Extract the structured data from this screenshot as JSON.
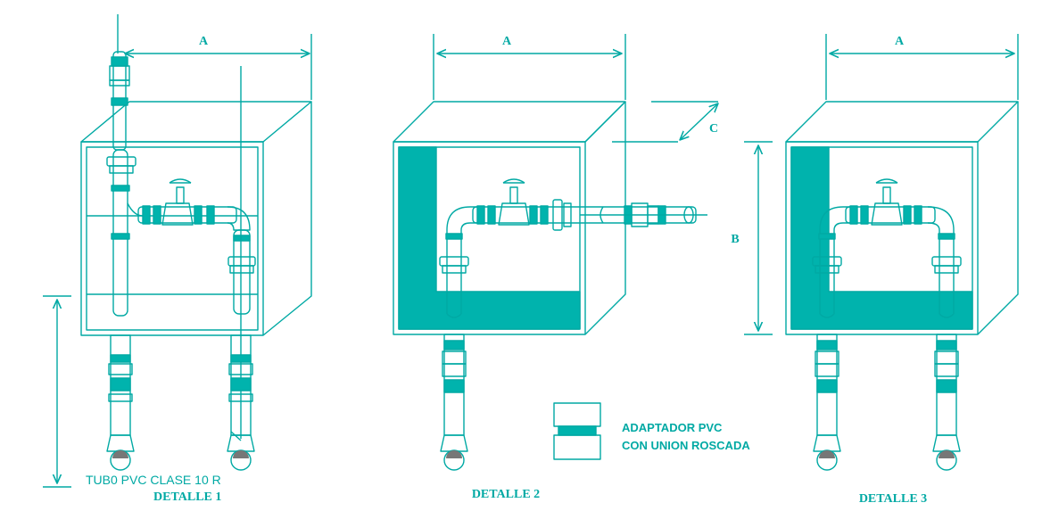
{
  "colors": {
    "line": "#00a9a4",
    "fill": "#00b3ad",
    "shade": "#777777",
    "background": "#ffffff"
  },
  "details": [
    {
      "title": "DETALLE 1",
      "dim_a": "A"
    },
    {
      "title": "DETALLE 2",
      "dim_a": "A",
      "dim_c": "C"
    },
    {
      "title": "DETALLE 3",
      "dim_a": "A",
      "dim_b": "B"
    }
  ],
  "notes": {
    "pipe_label": "TUB0 PVC CLASE 10 R",
    "adapter_line1": "ADAPTADOR PVC",
    "adapter_line2": "CON UNION ROSCADA"
  }
}
